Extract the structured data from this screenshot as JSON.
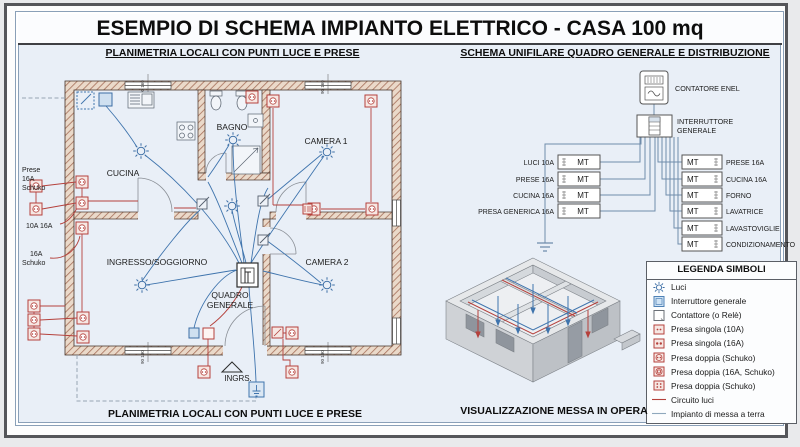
{
  "title": "ESEMPIO DI SCHEMA IMPIANTO ELETTRICO - CASA 100 mq",
  "plan": {
    "header": "PLANIMETRIA LOCALI CON PUNTI LUCE E PRESE",
    "caption": "PLANIMETRIA LOCALI CON PUNTI LUCE E PRESE",
    "rooms": {
      "cucina": "CUCINA",
      "bagno": "BAGNO",
      "camera1": "CAMERA 1",
      "camera2": "CAMERA 2",
      "ingresso_soggiorno": "INGRESSO/SOGGIORNO"
    },
    "quadro_line1": "QUADRO",
    "quadro_line2": "GENERALE",
    "entrance": "INGRS.",
    "side_labels": {
      "prese1": "Prese",
      "prese2": "16A",
      "prese3": "Schuko",
      "amps": "10A 16A",
      "schuko1": "16A",
      "schuko2": "Schuko"
    },
    "window_tags": [
      "90 160",
      "90 160",
      "90 100",
      "90 100"
    ]
  },
  "schema": {
    "header": "SCHEMA UNIFILARE QUADRO GENERALE E DISTRIBUZIONE",
    "contatore": "CONTATORE ENEL",
    "interruttore_line1": "INTERRUTTORE",
    "interruttore_line2": "GENERALE",
    "breaker": "MT",
    "left_circuits": [
      "LUCI 10A",
      "PRESE 16A",
      "CUCINA 16A",
      "PRESA GENERICA 16A"
    ],
    "right_circuits": [
      "PRESE 16A",
      "CUCINA 16A",
      "FORNO",
      "LAVATRICE",
      "LAVASTOVIGLIE",
      "CONDIZIONAMENTO"
    ]
  },
  "visualization": {
    "caption": "VISUALIZZAZIONE MESSA IN OPERA"
  },
  "legend": {
    "title": "LEGENDA SIMBOLI",
    "items": [
      {
        "icon": "light-icon",
        "label": "Luci"
      },
      {
        "icon": "main-switch-icon",
        "label": "Interruttore generale"
      },
      {
        "icon": "contactor-icon",
        "label": "Contattore (o Relè)"
      },
      {
        "icon": "single-socket-10a-icon",
        "label": "Presa singola (10A)"
      },
      {
        "icon": "single-socket-16a-icon",
        "label": "Presa singola (16A)"
      },
      {
        "icon": "double-socket-schuko-icon",
        "label": "Presa doppia (Schuko)"
      },
      {
        "icon": "double-socket-16a-schuko-icon",
        "label": "Presa doppia (16A, Schuko)"
      },
      {
        "icon": "double-socket-schuko2-icon",
        "label": "Presa doppia (Schuko)"
      },
      {
        "icon": "light-circuit-line-icon",
        "label": "Circuito luci"
      },
      {
        "icon": "ground-line-icon",
        "label": "Impianto di messa a terra"
      }
    ]
  },
  "colors": {
    "circuit_red": "#b5413c",
    "circuit_blue": "#3f74ad",
    "wall_hatch": "#a6705a",
    "ground_dash": "#98a5b3",
    "frame": "#55565a",
    "panel_border": "#8aa0b8"
  }
}
